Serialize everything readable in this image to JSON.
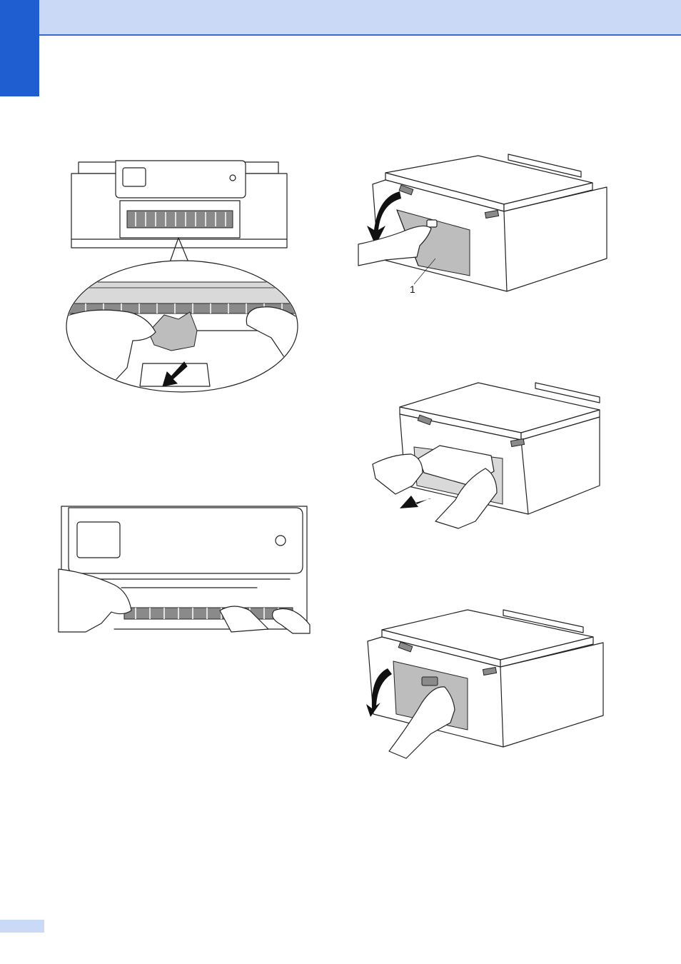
{
  "page": {
    "colors": {
      "header_band": "#c9d9f6",
      "header_rule": "#3b67c6",
      "side_tab": "#1f5ed1",
      "page_tab": "#c9d9f6"
    }
  },
  "figures": [
    {
      "id": "fig-front-jam-clear-magnified",
      "icon": "front-paper-jam-illustration"
    },
    {
      "id": "fig-front-paper-path-check",
      "icon": "paper-path-check-illustration"
    },
    {
      "id": "fig-open-jam-clear-cover",
      "icon": "open-rear-cover-illustration",
      "callout": "1"
    },
    {
      "id": "fig-pull-jammed-paper-rear",
      "icon": "rear-paper-jam-illustration"
    },
    {
      "id": "fig-close-jam-clear-cover",
      "icon": "close-rear-cover-illustration"
    }
  ]
}
